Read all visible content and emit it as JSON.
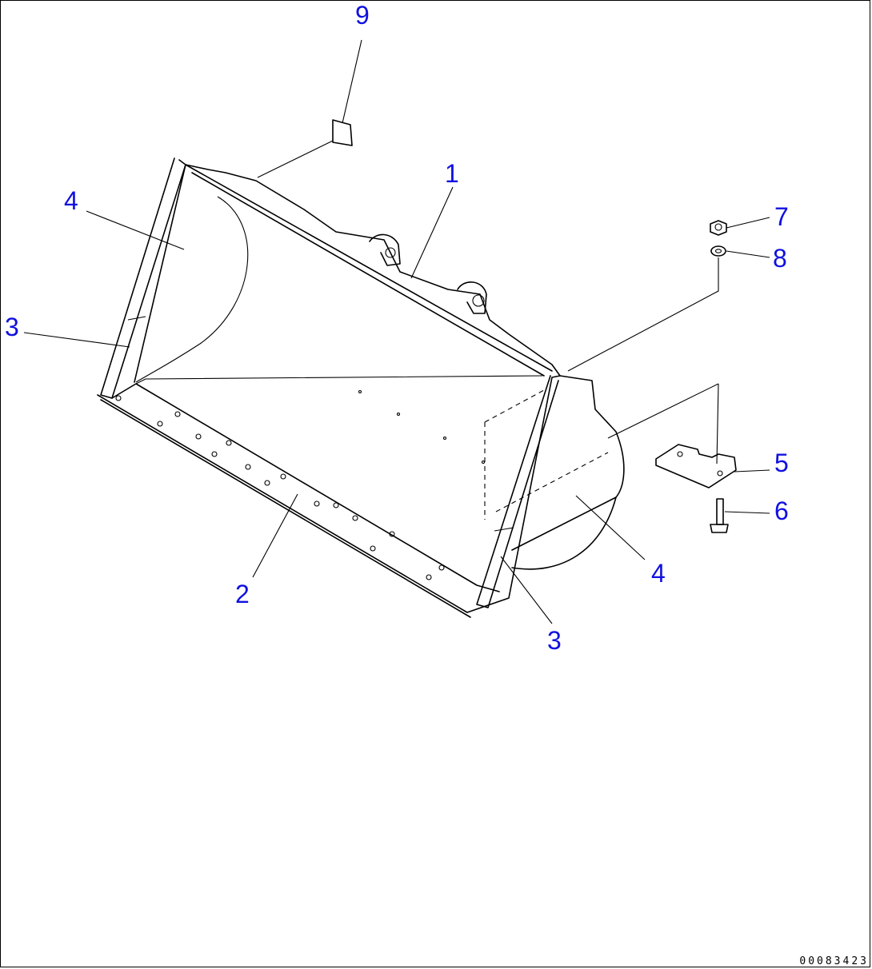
{
  "callouts": [
    "9",
    "1",
    "4",
    "3",
    "7",
    "8",
    "5",
    "6",
    "2",
    "4",
    "3"
  ],
  "drawing_code": "00083423"
}
